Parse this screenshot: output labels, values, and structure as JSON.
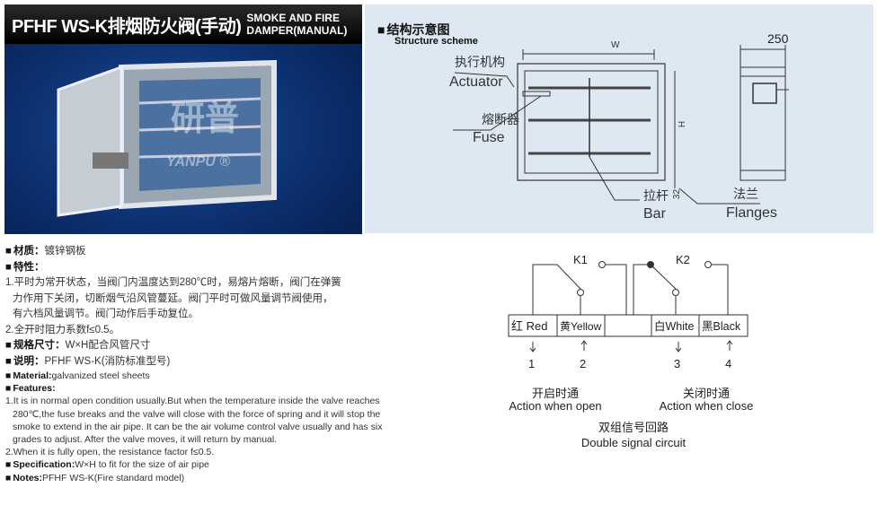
{
  "header": {
    "title_cn": "PFHF WS-K排烟防火阀(手动)",
    "title_en_line1": "SMOKE AND FIRE",
    "title_en_line2": "DAMPER(MANUAL)"
  },
  "photo": {
    "watermark": "研普 YANPU ®"
  },
  "scheme": {
    "title_cn": "结构示意图",
    "title_en": "Structure scheme",
    "dim_w": "W",
    "dim_h": "H",
    "dim_depth": "250",
    "dim_flange": "32",
    "labels": [
      {
        "cn": "执行机构",
        "en": "Actuator"
      },
      {
        "cn": "熔断器",
        "en": "Fuse"
      },
      {
        "cn": "拉杆",
        "en": "Bar"
      },
      {
        "cn": "法兰",
        "en": "Flanges"
      }
    ]
  },
  "specs_cn": {
    "material_label": "材质：",
    "material": "镀锌钢板",
    "features_label": "特性：",
    "feature1_l1": "1.平时为常开状态，当阀门内温度达到280℃时，易熔片熔断，阀门在弹簧",
    "feature1_l2": "力作用下关闭，切断烟气沿风管蔓延。阀门平时可做风量调节阀使用，",
    "feature1_l3": "有六档风量调节。阀门动作后手动复位。",
    "feature2": "2.全开时阻力系数f≤0.5。",
    "spec_label": "规格尺寸：",
    "spec": "W×H配合风管尺寸",
    "notes_label": "说明：",
    "notes": "PFHF WS-K(消防标准型号)"
  },
  "specs_en": {
    "material_label": "Material:",
    "material": "galvanized steel sheets",
    "features_label": "Features:",
    "feature1_l1": "1.It is in normal open condition usually.But when the temperature inside the valve reaches",
    "feature1_l2": "280℃,the fuse breaks and the valve will close with the  force of spring and it will stop the",
    "feature1_l3": "smoke to extend in the air pipe. It can be the air volume control valve usually and has six",
    "feature1_l4": "grades  to  adjust. After  the valve moves, it will return by manual.",
    "feature2": "2.When it is fully open, the resistance factor f≤0.5.",
    "spec_label": "Specification:",
    "spec": "W×H to fit for the size of air pipe",
    "notes_label": "Notes:",
    "notes": "PFHF WS-K(Fire standard model)"
  },
  "circuit": {
    "switches": [
      "K1",
      "K2"
    ],
    "terminals": [
      "红 Red",
      "黄Yellow",
      "白White",
      "黑Black"
    ],
    "numbers": [
      "1",
      "2",
      "3",
      "4"
    ],
    "open_cn": "开启时通",
    "open_en": "Action when open",
    "close_cn": "关闭时通",
    "close_en": "Action when close",
    "title_cn": "双组信号回路",
    "title_en": "Double signal circuit"
  }
}
